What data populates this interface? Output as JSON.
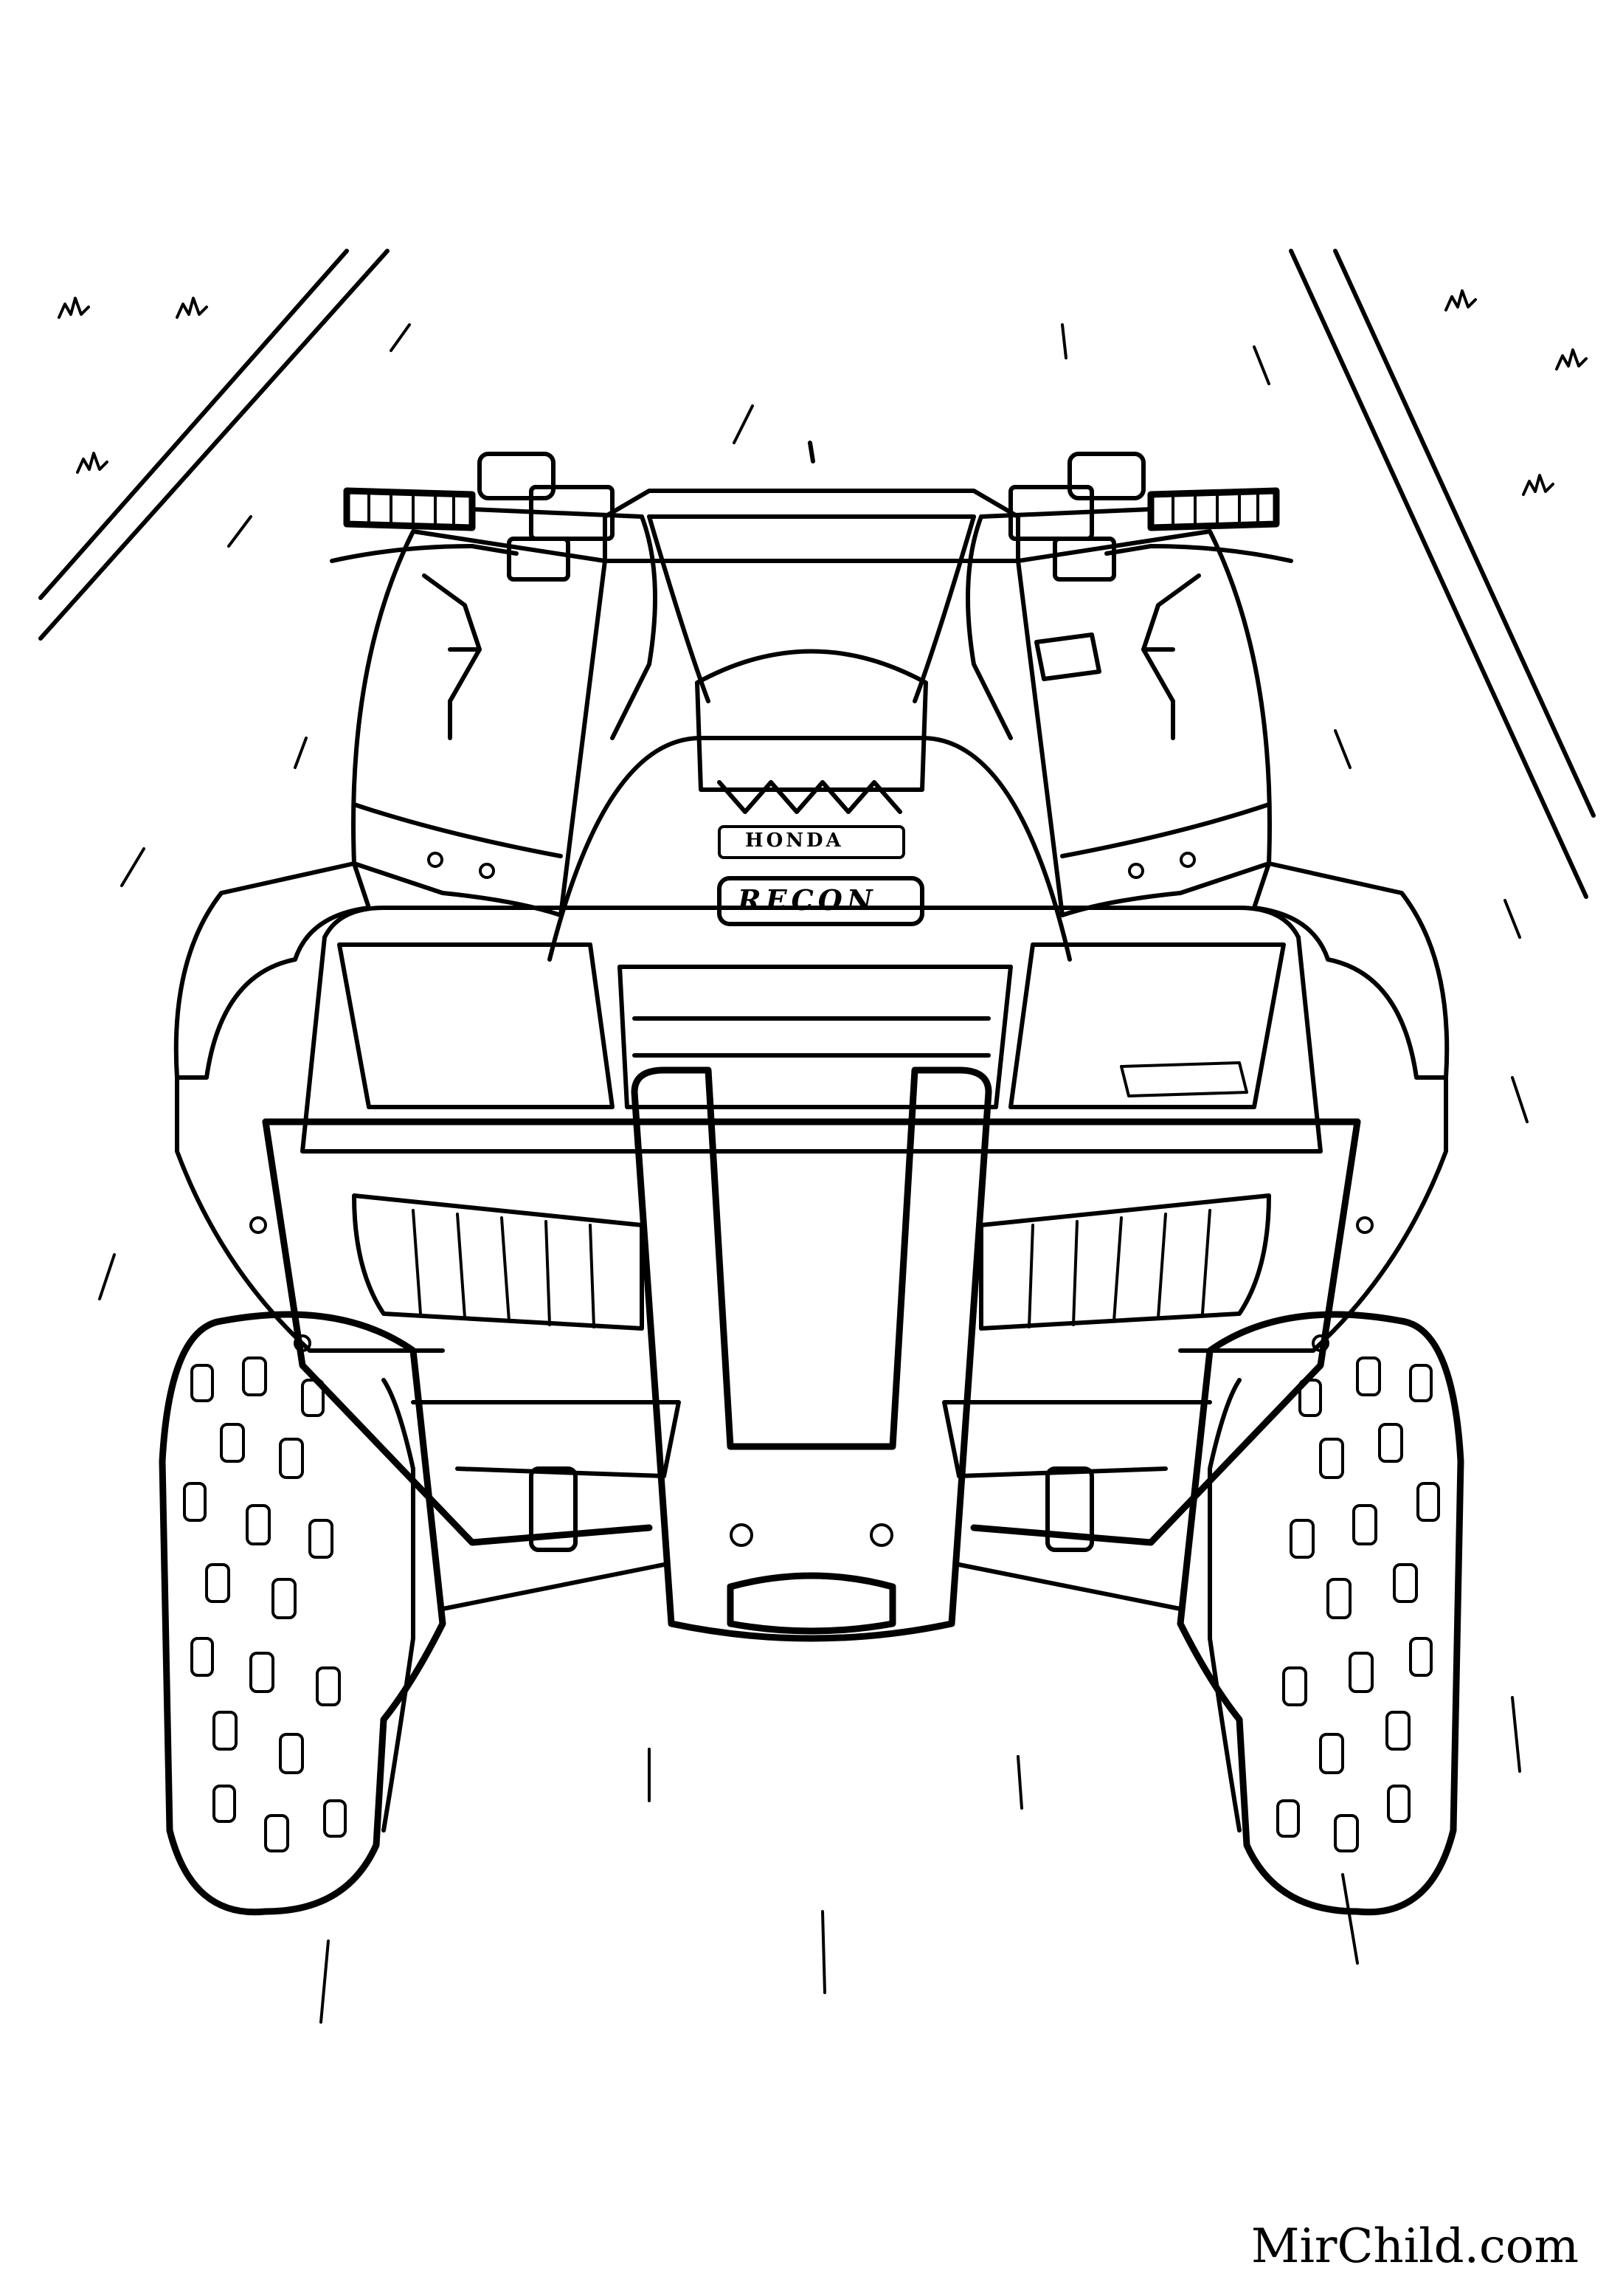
{
  "vehicle": {
    "brand_label": "HONDA",
    "model_label": "RECON"
  },
  "watermark": {
    "text": "MirChild.com"
  },
  "colors": {
    "ink": "#000000",
    "paper": "#ffffff"
  }
}
